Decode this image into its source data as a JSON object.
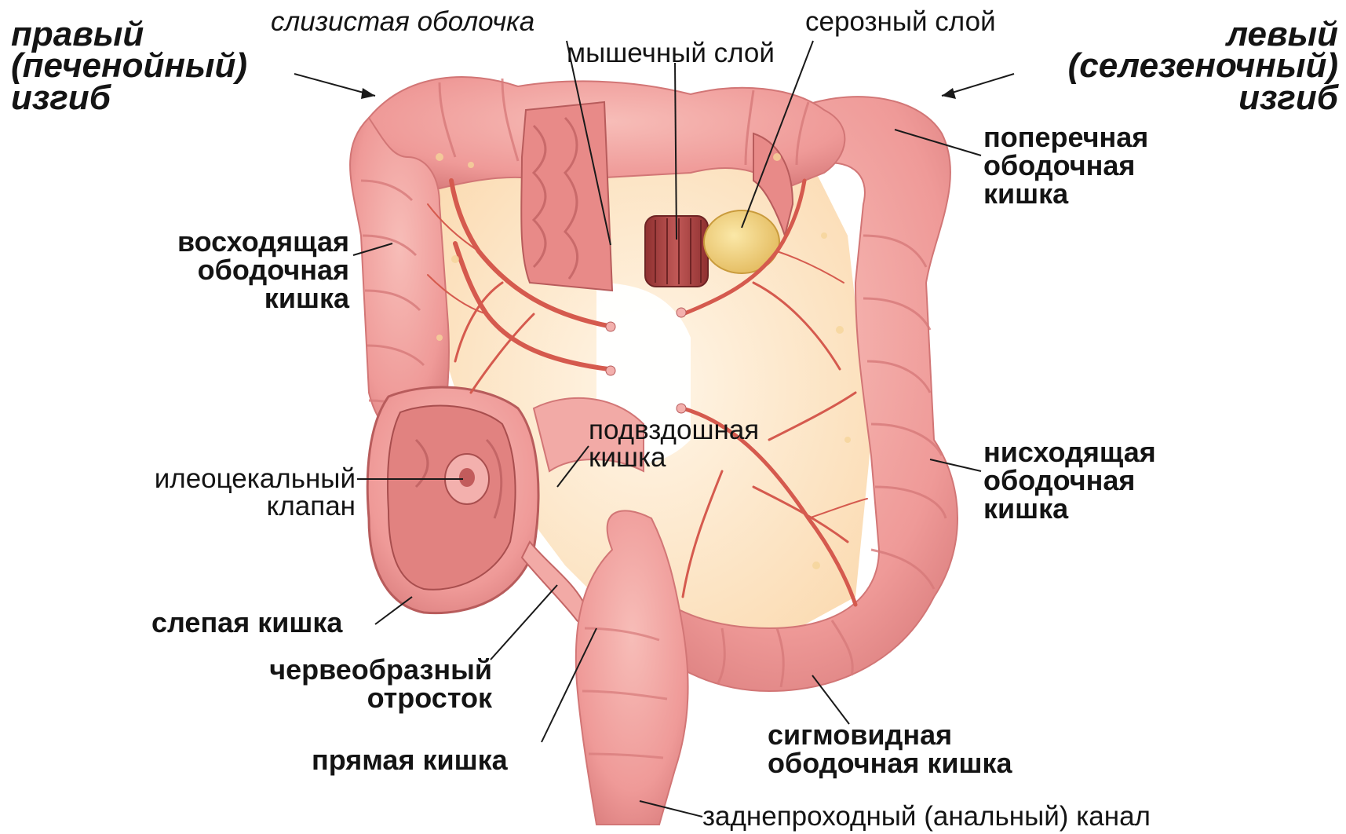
{
  "labels": {
    "right_flexure": [
      "правый",
      "(печенойный)",
      "изгиб"
    ],
    "left_flexure": [
      "левый",
      "(селезеночный)",
      "изгиб"
    ],
    "mucosa": "слизистая оболочка",
    "muscular_layer": "мышечный слой",
    "serous_layer": "серозный слой",
    "transverse_colon": [
      "поперечная",
      "ободочная",
      "кишка"
    ],
    "ascending_colon": [
      "восходящая",
      "ободочная",
      "кишка"
    ],
    "descending_colon": [
      "нисходящая",
      "ободочная",
      "кишка"
    ],
    "ileum": [
      "подвздошная",
      "кишка"
    ],
    "ileocecal_valve": [
      "илеоцекальный",
      "клапан"
    ],
    "cecum": "слепая кишка",
    "appendix": [
      "червеобразный",
      "отросток"
    ],
    "sigmoid_colon": [
      "сигмовидная",
      "ободочная кишка"
    ],
    "rectum": "прямая кишка",
    "anal_canal": "заднепроходный (анальный) канал"
  },
  "colors": {
    "colon_fill": "#ef9a98",
    "colon_dark": "#c9666a",
    "haustra_light": "#f7bdb8",
    "mesentery": "#fde6c6",
    "vessels": "#d55a4e",
    "muscle": "#a8403e",
    "serosa": "#f2d079",
    "leader_lines": "#1a1a1a"
  }
}
